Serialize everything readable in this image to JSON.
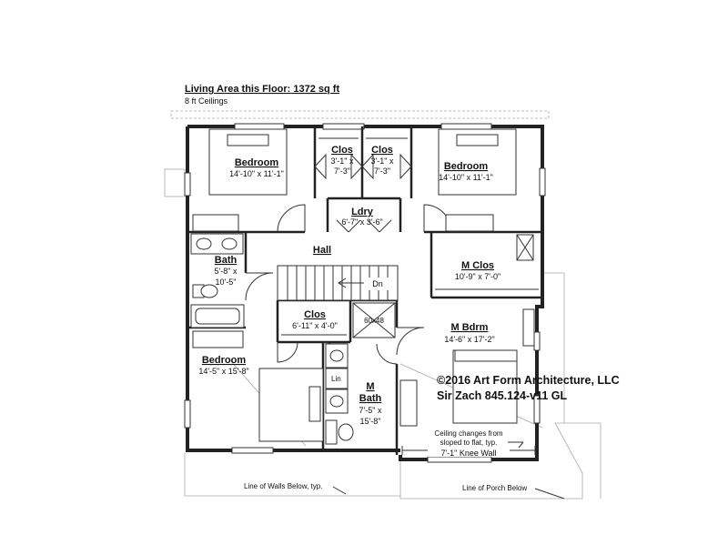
{
  "header": {
    "title": "Living Area this Floor: 1372 sq ft",
    "subtitle": "8 ft Ceilings"
  },
  "rooms": {
    "bedroom_nw": {
      "name": "Bedroom",
      "dims": "14'-10\" x 11'-1\""
    },
    "clos_1": {
      "name": "Clos",
      "dims_line1": "3'-1\" x",
      "dims_line2": "7'-3\""
    },
    "clos_2": {
      "name": "Clos",
      "dims_line1": "3'-1\" x",
      "dims_line2": "7'-3\""
    },
    "bedroom_ne": {
      "name": "Bedroom",
      "dims": "14'-10\" x 11'-1\""
    },
    "ldry": {
      "name": "Ldry",
      "dims": "6'-7\" x 3'-6\""
    },
    "hall": {
      "name": "Hall"
    },
    "bath": {
      "name": "Bath",
      "dims_line1": "5'-8\" x",
      "dims_line2": "10'-5\""
    },
    "m_clos": {
      "name": "M Clos",
      "dims": "10'-9\" x 7'-0\""
    },
    "clos_hall": {
      "name": "Clos",
      "dims": "6'-11\" x 4'-0\""
    },
    "m_bdrm": {
      "name": "M Bdrm",
      "dims": "14'-6\" x 17'-2\""
    },
    "bedroom_sw": {
      "name": "Bedroom",
      "dims": "14'-5\" x 15'-8\""
    },
    "m_bath": {
      "name_line1": "M",
      "name_line2": "Bath",
      "dims_line1": "7'-5\" x",
      "dims_line2": "15'-8\""
    }
  },
  "labels": {
    "stair_dn": "Dn",
    "shower": "60x48",
    "linen": "Lin",
    "ceiling_note_line1": "Ceiling changes from",
    "ceiling_note_line2": "sloped to flat, typ.",
    "knee_wall": "7'-1\" Knee Wall",
    "walls_below": "Line of Walls Below, typ.",
    "porch_below": "Line of Porch Below"
  },
  "copyright": {
    "line1": "©2016 Art Form Architecture, LLC",
    "line2": "Sir Zach 845.124-v11 GL"
  }
}
